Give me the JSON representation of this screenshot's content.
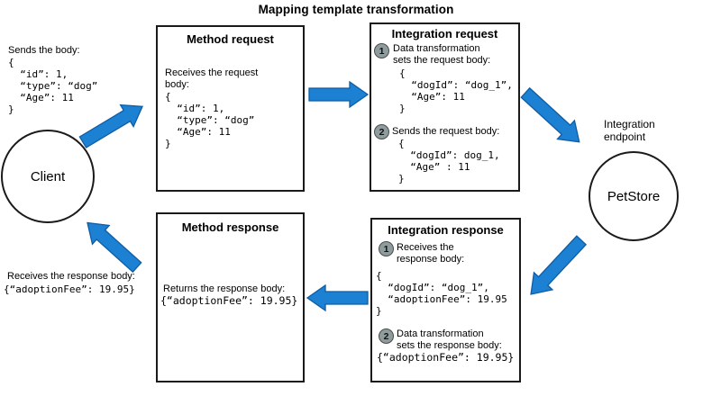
{
  "title": "Mapping template transformation",
  "colors": {
    "arrow": "#1c80d3",
    "arrow_outline": "#0f5da4",
    "badge": "#8e9c9e"
  },
  "client": {
    "label": "Client",
    "sends_label": "Sends the body:",
    "sends_body": "{\n  “id”: 1,\n  “type”: “dog”\n  “Age”: 11\n}",
    "receives_label": "Receives the response body:",
    "receives_body": "{“adoptionFee”: 19.95}"
  },
  "method_request": {
    "title": "Method request",
    "desc": "Receives the request body:",
    "body": "{\n  “id”: 1,\n  “type”: “dog”\n  “Age”: 11\n}"
  },
  "integration_request": {
    "title": "Integration request",
    "step1": {
      "num": "1",
      "label": "Data transformation\nsets the request body:",
      "body": "{\n  “dogId”: “dog_1”,\n  “Age”: 11\n}"
    },
    "step2": {
      "num": "2",
      "label": "Sends the request body:",
      "body": "{\n  “dogId”: dog_1,\n  “Age” : 11\n}"
    }
  },
  "endpoint": {
    "label": "Integration\nendpoint",
    "name": "PetStore"
  },
  "integration_response": {
    "title": "Integration response",
    "step1": {
      "num": "1",
      "label": "Receives the\nresponse body:",
      "body": "{\n  “dogId”: “dog_1”,\n  “adoptionFee”: 19.95\n}"
    },
    "step2": {
      "num": "2",
      "label": "Data transformation\nsets the response body:",
      "body": "{“adoptionFee”: 19.95}"
    }
  },
  "method_response": {
    "title": "Method response",
    "desc": "Returns the response body:",
    "body": "{“adoptionFee”: 19.95}"
  }
}
